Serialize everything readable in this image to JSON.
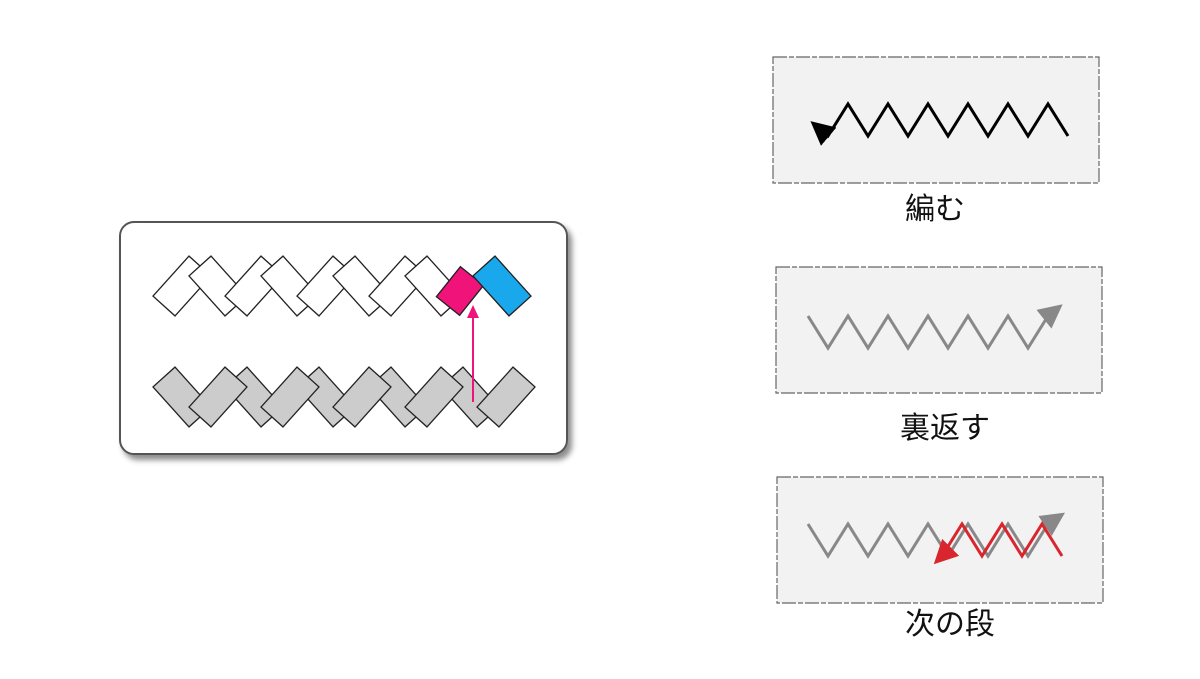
{
  "diagram": {
    "steps": [
      {
        "label": "編む"
      },
      {
        "label": "裏返す"
      },
      {
        "label": "次の段"
      }
    ],
    "colors": {
      "block_outline": "#222222",
      "bottom_row_fill": "#cccccc",
      "top_row_fill": "#ffffff",
      "highlight_pink": "#f0147a",
      "highlight_blue": "#1aa8ec",
      "arrow_pink": "#f0147a",
      "step_panel_bg": "#f2f2f2",
      "knit_line": "#000000",
      "turn_line": "#888888",
      "next_row_line": "#d9262e"
    }
  }
}
